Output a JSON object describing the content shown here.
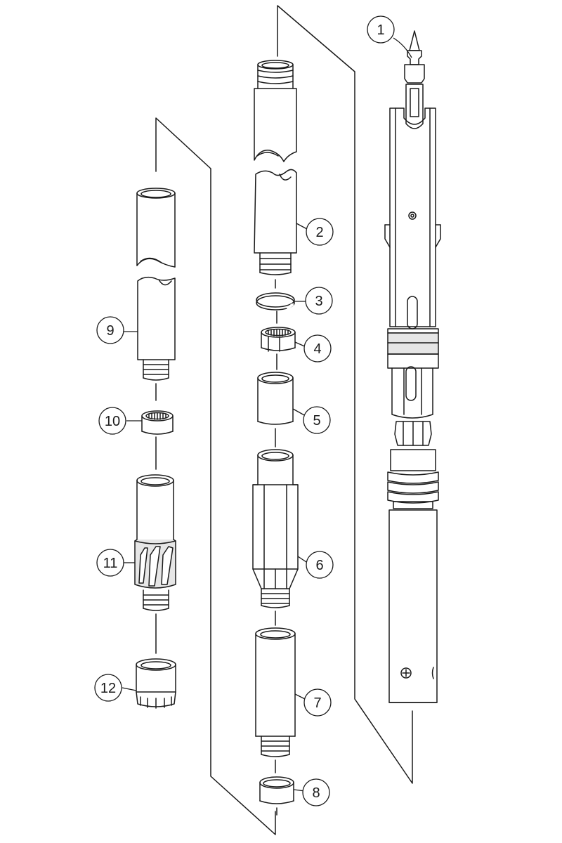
{
  "diagram": {
    "line_color": "#1a1a1a",
    "fill_color": "#ffffff",
    "shade_color": "#e6e6e6",
    "parts": [
      {
        "label": "1"
      },
      {
        "label": "2"
      },
      {
        "label": "3"
      },
      {
        "label": "4"
      },
      {
        "label": "5"
      },
      {
        "label": "6"
      },
      {
        "label": "7"
      },
      {
        "label": "8"
      },
      {
        "label": "9"
      },
      {
        "label": "10"
      },
      {
        "label": "11"
      },
      {
        "label": "12"
      }
    ]
  }
}
